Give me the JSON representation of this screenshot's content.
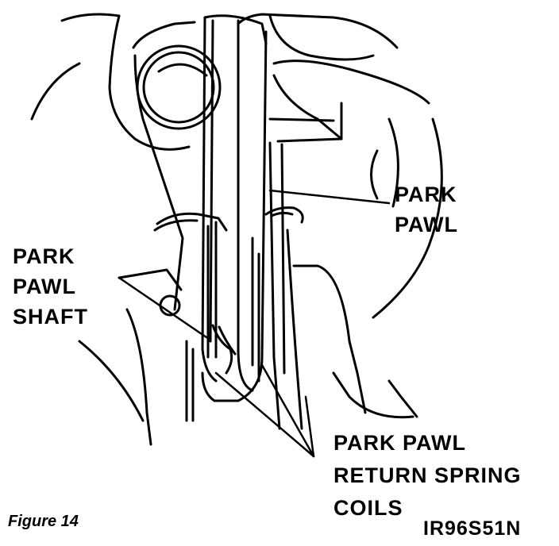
{
  "labels": {
    "park_pawl": [
      "PARK",
      "PAWL"
    ],
    "park_pawl_shaft": [
      "PARK",
      "PAWL",
      "SHAFT"
    ],
    "return_spring": [
      "PARK PAWL",
      "RETURN SPRING",
      "COILS"
    ]
  },
  "caption": "Figure 14",
  "code": "IR96S51N"
}
